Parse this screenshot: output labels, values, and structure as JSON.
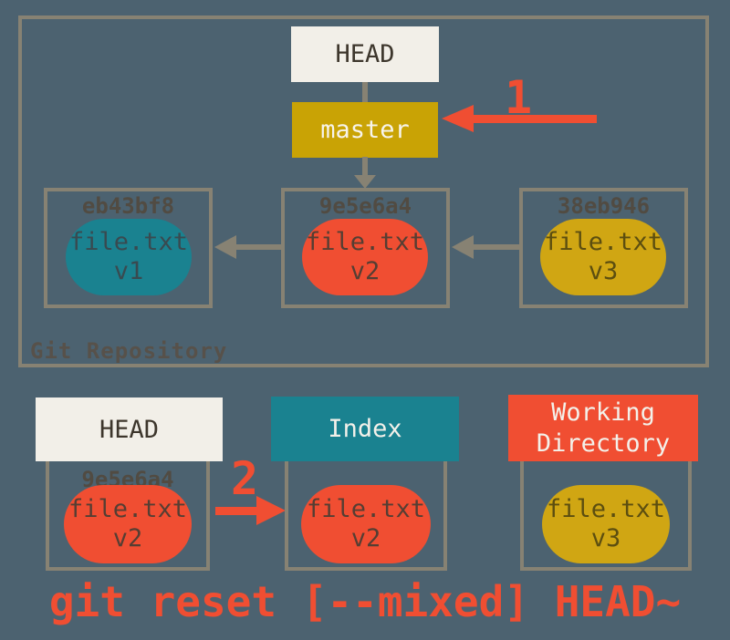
{
  "colors": {
    "background": "#4c6270",
    "frame_border": "#878273",
    "cream": "#f2efe8",
    "gold": "#c9a305",
    "gold_blob": "#d0a613",
    "teal": "#1a8290",
    "red": "#f04e32",
    "hash_text": "#514b42"
  },
  "repository": {
    "label": "Git Repository",
    "head": "HEAD",
    "branch": "master",
    "step1": "1",
    "commits": [
      {
        "hash": "eb43bf8",
        "file": "file.txt",
        "version": "v1"
      },
      {
        "hash": "9e5e6a4",
        "file": "file.txt",
        "version": "v2"
      },
      {
        "hash": "38eb946",
        "file": "file.txt",
        "version": "v3"
      }
    ]
  },
  "lower": {
    "step2": "2",
    "head": {
      "label": "HEAD",
      "hash": "9e5e6a4",
      "file": "file.txt",
      "version": "v2"
    },
    "index": {
      "label": "Index",
      "file": "file.txt",
      "version": "v2"
    },
    "working": {
      "label": "Working Directory",
      "file": "file.txt",
      "version": "v3"
    }
  },
  "command": "git reset [--mixed] HEAD~"
}
